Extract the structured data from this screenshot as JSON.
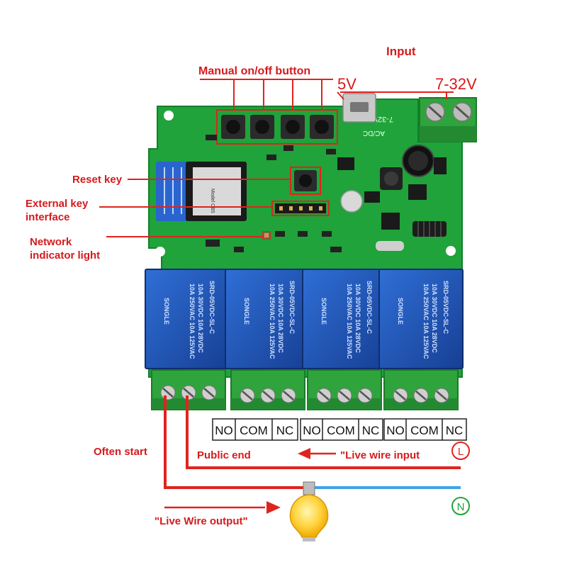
{
  "labels": {
    "input": "Input",
    "input_5v": "5V",
    "input_7_32v": "7-32V",
    "manual_button": "Manual on/off button",
    "reset_key": "Reset key",
    "external_key_line1": "External key",
    "external_key_line2": "interface",
    "network_line1": "Network",
    "network_line2": "indicator light",
    "often_start": "Often start",
    "public_end": "Public end",
    "live_wire_input": "\"Live wire input",
    "live_wire_output": "\"Live Wire output\"",
    "live_symbol": "L",
    "neutral_symbol": "N"
  },
  "terminal_groups": [
    {
      "no": "NO",
      "com": "COM",
      "nc": "NC"
    },
    {
      "no": "NO",
      "com": "COM",
      "nc": "NC"
    },
    {
      "no": "NO",
      "com": "COM",
      "nc": "NC"
    }
  ],
  "relay": {
    "brand": "SONGLE",
    "model": "SRD-05VDC-SL-C",
    "rating1": "10A 250VAC 10A 125VAC",
    "rating2": "10A 30VDC 10A 28VDC"
  },
  "board_silk": {
    "voltage": "7-32V",
    "acdc": "AC/DC",
    "module": "Model CB5"
  },
  "colors": {
    "board": "#1fa33a",
    "relay": "#1d56b8",
    "terminal": "#2fa33c",
    "annotation": "#d7191c",
    "neutral_wire": "#3fa3e6",
    "bulb": "#ffd23c"
  }
}
